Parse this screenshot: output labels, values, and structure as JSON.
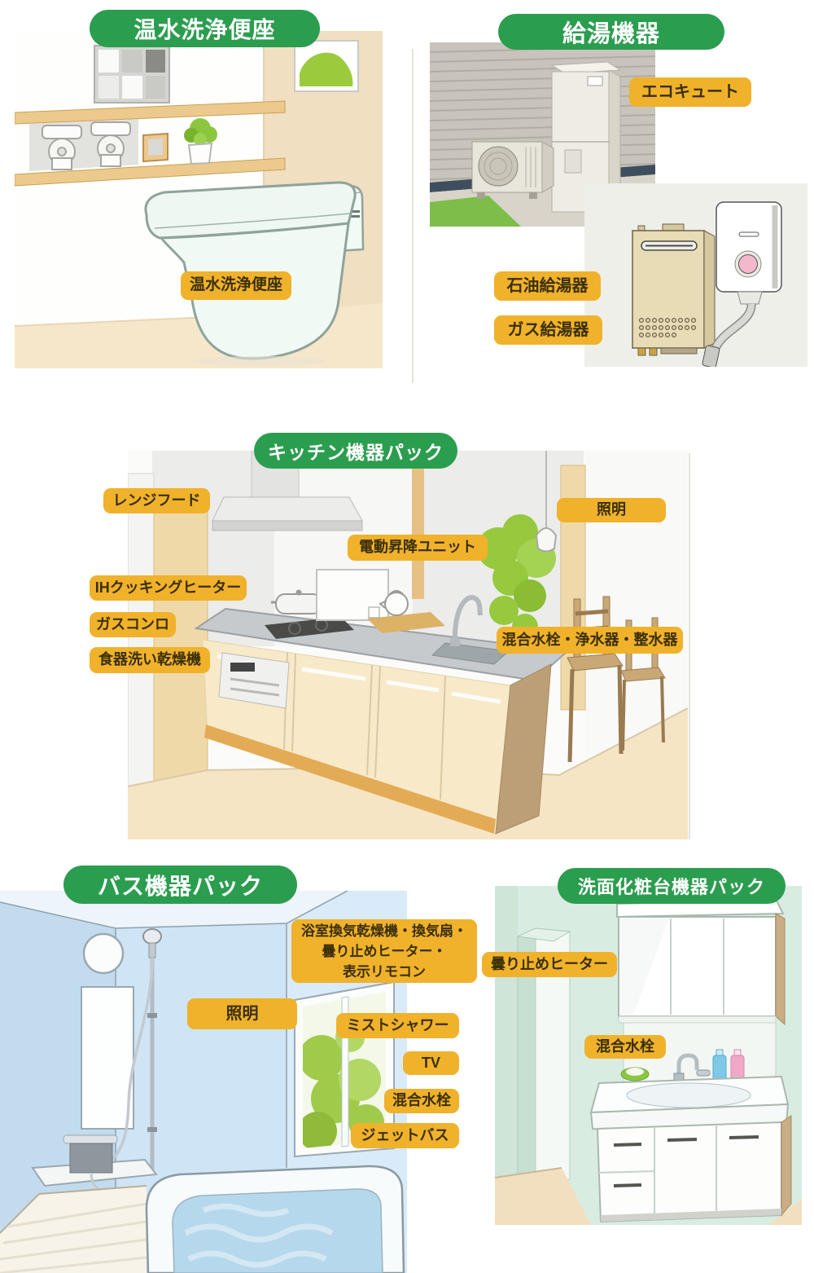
{
  "colors": {
    "pill_green": "#2B9D4F",
    "label_yellow": "#F0B22B",
    "label_text": "#3A2F06",
    "pill_text": "#FFFFFF"
  },
  "sections": {
    "toilet": {
      "title": "温水洗浄便座",
      "labels": {
        "seat": "温水洗浄便座"
      }
    },
    "water_heater": {
      "title": "給湯機器",
      "labels": {
        "ecocute": "エコキュート",
        "oil_heater": "石油給湯器",
        "gas_heater": "ガス給湯器"
      }
    },
    "kitchen": {
      "title": "キッチン機器パック",
      "labels": {
        "range_hood": "レンジフード",
        "lighting": "照明",
        "electric_lift": "電動昇降ユニット",
        "ih_heater": "IHクッキングヒーター",
        "gas_stove": "ガスコンロ",
        "dishwasher": "食器洗い乾燥機",
        "faucet_purifier": "混合水栓・浄水器・整水器"
      }
    },
    "bath": {
      "title": "バス機器パック",
      "labels": {
        "vent_dryer_line1": "浴室換気乾燥機・換気扇・",
        "vent_dryer_line2": "曇り止めヒーター・",
        "vent_dryer_line3": "表示リモコン",
        "lighting": "照明",
        "mist_shower": "ミストシャワー",
        "tv": "TV",
        "faucet": "混合水栓",
        "jet_bath": "ジェットバス"
      }
    },
    "vanity": {
      "title": "洗面化粧台機器パック",
      "labels": {
        "antifog_heater": "曇り止めヒーター",
        "faucet": "混合水栓"
      }
    }
  }
}
